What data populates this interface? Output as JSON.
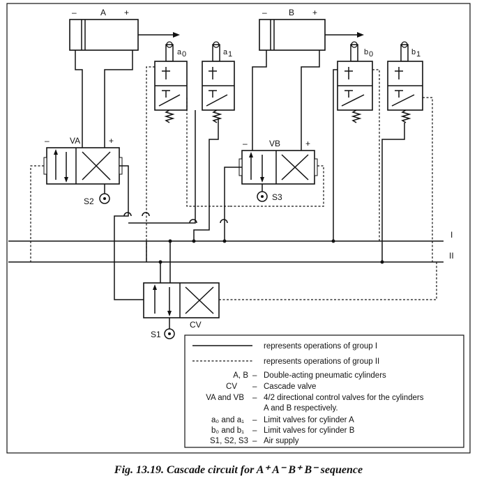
{
  "cylinders": {
    "A": {
      "label": "A",
      "minus": "–",
      "plus": "+"
    },
    "B": {
      "label": "B",
      "minus": "–",
      "plus": "+"
    }
  },
  "limit_valves": {
    "a0": "a",
    "a0_sub": "0",
    "a1": "a",
    "a1_sub": "1",
    "b0": "b",
    "b0_sub": "0",
    "b1": "b",
    "b1_sub": "1"
  },
  "valves": {
    "VA": {
      "label": "VA",
      "minus": "–",
      "plus": "+"
    },
    "VB": {
      "label": "VB",
      "minus": "–",
      "plus": "+"
    },
    "CV": {
      "label": "CV"
    }
  },
  "supplies": {
    "S1": "S1",
    "S2": "S2",
    "S3": "S3"
  },
  "lines": {
    "group1": "I",
    "group2": "II"
  },
  "legend": {
    "solid_text": "represents operations of group I",
    "dashed_text": "represents operations of group II",
    "rows": [
      {
        "key": "A, B",
        "dash": "–",
        "desc": "Double-acting pneumatic cylinders",
        "desc2": ""
      },
      {
        "key": "CV",
        "dash": "–",
        "desc": "Cascade valve",
        "desc2": ""
      },
      {
        "key": "VA and VB",
        "dash": "–",
        "desc": "4/2 directional control valves for the cylinders",
        "desc2": "A and B respectively."
      },
      {
        "key": "a₀ and a₁",
        "dash": "–",
        "desc": "Limit valves for cylinder A",
        "desc2": ""
      },
      {
        "key": "b₀ and b₁",
        "dash": "–",
        "desc": "Limit valves for cylinder B",
        "desc2": ""
      },
      {
        "key": "S1, S2, S3",
        "dash": "–",
        "desc": "Air supply",
        "desc2": ""
      }
    ]
  },
  "caption": "Fig. 13.19. Cascade circuit for A⁺ A⁻ B⁺ B⁻ sequence"
}
